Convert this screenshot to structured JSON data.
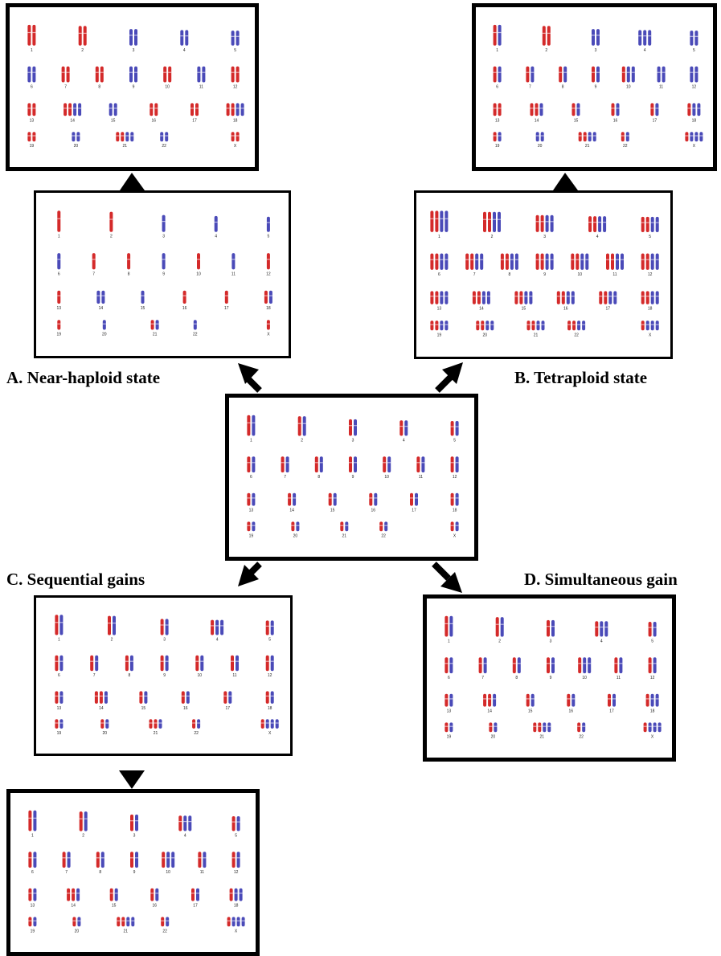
{
  "captions": {
    "a": "A. Near-haploid state",
    "b": "B. Tetraploid state",
    "c": "C. Sequential gains",
    "d": "D. Simultaneous gain"
  },
  "colors": {
    "red": "#d42a2a",
    "blue": "#4a4ab8",
    "border": "#000000"
  },
  "labels": [
    "1",
    "2",
    "3",
    "4",
    "5",
    "6",
    "7",
    "8",
    "9",
    "10",
    "11",
    "12",
    "13",
    "14",
    "15",
    "16",
    "17",
    "18",
    "19",
    "20",
    "21",
    "22",
    "X"
  ],
  "karyotypes": {
    "top_a": [
      [
        "r",
        "r"
      ],
      [
        "r",
        "r"
      ],
      [
        "b",
        "b"
      ],
      [
        "b",
        "b"
      ],
      [
        "b",
        "b"
      ],
      [
        "b",
        "b"
      ],
      [
        "r",
        "r"
      ],
      [
        "r",
        "r"
      ],
      [
        "b",
        "b"
      ],
      [
        "r",
        "r"
      ],
      [
        "b",
        "b"
      ],
      [
        "r",
        "r"
      ],
      [
        "r",
        "r"
      ],
      [
        "r",
        "r",
        "b",
        "b"
      ],
      [
        "b",
        "b"
      ],
      [
        "r",
        "r"
      ],
      [
        "r",
        "r"
      ],
      [
        "r",
        "r",
        "b",
        "b"
      ],
      [
        "r",
        "r"
      ],
      [
        "b",
        "b"
      ],
      [
        "r",
        "r",
        "b",
        "b"
      ],
      [
        "b",
        "b"
      ],
      [
        "r",
        "r"
      ]
    ],
    "near_haploid": [
      [
        "r"
      ],
      [
        "r"
      ],
      [
        "b"
      ],
      [
        "b"
      ],
      [
        "b"
      ],
      [
        "b"
      ],
      [
        "r"
      ],
      [
        "r"
      ],
      [
        "b"
      ],
      [
        "r"
      ],
      [
        "b"
      ],
      [
        "r"
      ],
      [
        "r"
      ],
      [
        "b",
        "b"
      ],
      [
        "b"
      ],
      [
        "r"
      ],
      [
        "r"
      ],
      [
        "r",
        "b"
      ],
      [
        "r"
      ],
      [
        "b"
      ],
      [
        "r",
        "b"
      ],
      [
        "b"
      ],
      [
        "r"
      ]
    ],
    "top_b": [
      [
        "r",
        "b"
      ],
      [
        "r",
        "r"
      ],
      [
        "b",
        "b"
      ],
      [
        "b",
        "b",
        "b"
      ],
      [
        "b",
        "b"
      ],
      [
        "r",
        "b"
      ],
      [
        "r",
        "b"
      ],
      [
        "r",
        "b"
      ],
      [
        "r",
        "b"
      ],
      [
        "r",
        "b",
        "b"
      ],
      [
        "b",
        "b"
      ],
      [
        "b",
        "b"
      ],
      [
        "r",
        "r"
      ],
      [
        "r",
        "r",
        "b"
      ],
      [
        "r",
        "b"
      ],
      [
        "r",
        "b"
      ],
      [
        "r",
        "b"
      ],
      [
        "r",
        "b",
        "b"
      ],
      [
        "r",
        "b"
      ],
      [
        "b",
        "b"
      ],
      [
        "r",
        "r",
        "b",
        "b"
      ],
      [
        "r",
        "b"
      ],
      [
        "r",
        "b",
        "b",
        "b"
      ]
    ],
    "tetraploid": [
      [
        "r",
        "r",
        "b",
        "b"
      ],
      [
        "r",
        "r",
        "b",
        "b"
      ],
      [
        "r",
        "r",
        "b",
        "b"
      ],
      [
        "r",
        "r",
        "b",
        "b"
      ],
      [
        "r",
        "r",
        "b",
        "b"
      ],
      [
        "r",
        "r",
        "b",
        "b"
      ],
      [
        "r",
        "r",
        "b",
        "b"
      ],
      [
        "r",
        "r",
        "b",
        "b"
      ],
      [
        "r",
        "r",
        "b",
        "b"
      ],
      [
        "r",
        "r",
        "b",
        "b"
      ],
      [
        "r",
        "r",
        "b",
        "b"
      ],
      [
        "r",
        "r",
        "b",
        "b"
      ],
      [
        "r",
        "r",
        "b",
        "b"
      ],
      [
        "r",
        "r",
        "b",
        "b"
      ],
      [
        "r",
        "r",
        "b",
        "b"
      ],
      [
        "r",
        "r",
        "b",
        "b"
      ],
      [
        "r",
        "r",
        "b",
        "b"
      ],
      [
        "r",
        "r",
        "b",
        "b"
      ],
      [
        "r",
        "r",
        "b",
        "b"
      ],
      [
        "r",
        "r",
        "b",
        "b"
      ],
      [
        "r",
        "r",
        "b",
        "b"
      ],
      [
        "r",
        "r",
        "b",
        "b"
      ],
      [
        "r",
        "b",
        "b",
        "b"
      ]
    ],
    "center": [
      [
        "r",
        "b"
      ],
      [
        "r",
        "b"
      ],
      [
        "r",
        "b"
      ],
      [
        "r",
        "b"
      ],
      [
        "r",
        "b"
      ],
      [
        "r",
        "b"
      ],
      [
        "r",
        "b"
      ],
      [
        "r",
        "b"
      ],
      [
        "r",
        "b"
      ],
      [
        "r",
        "b"
      ],
      [
        "r",
        "b"
      ],
      [
        "r",
        "b"
      ],
      [
        "r",
        "b"
      ],
      [
        "r",
        "b"
      ],
      [
        "r",
        "b"
      ],
      [
        "r",
        "b"
      ],
      [
        "r",
        "b"
      ],
      [
        "r",
        "b"
      ],
      [
        "r",
        "b"
      ],
      [
        "r",
        "b"
      ],
      [
        "r",
        "b"
      ],
      [
        "r",
        "b"
      ],
      [
        "r",
        "b"
      ]
    ],
    "sequential": [
      [
        "r",
        "b"
      ],
      [
        "r",
        "b"
      ],
      [
        "r",
        "b"
      ],
      [
        "r",
        "b",
        "b"
      ],
      [
        "r",
        "b"
      ],
      [
        "r",
        "b"
      ],
      [
        "r",
        "b"
      ],
      [
        "r",
        "b"
      ],
      [
        "r",
        "b"
      ],
      [
        "r",
        "b"
      ],
      [
        "r",
        "b"
      ],
      [
        "r",
        "b"
      ],
      [
        "r",
        "b"
      ],
      [
        "r",
        "r",
        "b"
      ],
      [
        "r",
        "b"
      ],
      [
        "r",
        "b"
      ],
      [
        "r",
        "b"
      ],
      [
        "r",
        "b"
      ],
      [
        "r",
        "b"
      ],
      [
        "r",
        "b"
      ],
      [
        "r",
        "r",
        "b"
      ],
      [
        "r",
        "b"
      ],
      [
        "r",
        "b",
        "b",
        "b"
      ]
    ],
    "simultaneous": [
      [
        "r",
        "b"
      ],
      [
        "r",
        "b"
      ],
      [
        "r",
        "b"
      ],
      [
        "r",
        "b",
        "b"
      ],
      [
        "r",
        "b"
      ],
      [
        "r",
        "b"
      ],
      [
        "r",
        "b"
      ],
      [
        "r",
        "b"
      ],
      [
        "r",
        "b"
      ],
      [
        "r",
        "b",
        "b"
      ],
      [
        "r",
        "b"
      ],
      [
        "r",
        "b"
      ],
      [
        "r",
        "b"
      ],
      [
        "r",
        "r",
        "b"
      ],
      [
        "r",
        "b"
      ],
      [
        "r",
        "b"
      ],
      [
        "r",
        "b"
      ],
      [
        "r",
        "b",
        "b"
      ],
      [
        "r",
        "b"
      ],
      [
        "r",
        "b"
      ],
      [
        "r",
        "r",
        "b",
        "b"
      ],
      [
        "r",
        "b"
      ],
      [
        "r",
        "b",
        "b",
        "b"
      ]
    ],
    "bottom_c": [
      [
        "r",
        "b"
      ],
      [
        "r",
        "b"
      ],
      [
        "r",
        "b"
      ],
      [
        "r",
        "b",
        "b"
      ],
      [
        "r",
        "b"
      ],
      [
        "r",
        "b"
      ],
      [
        "r",
        "b"
      ],
      [
        "r",
        "b"
      ],
      [
        "r",
        "b"
      ],
      [
        "r",
        "b",
        "b"
      ],
      [
        "r",
        "b"
      ],
      [
        "r",
        "b"
      ],
      [
        "r",
        "b"
      ],
      [
        "r",
        "r",
        "b"
      ],
      [
        "r",
        "b"
      ],
      [
        "r",
        "b"
      ],
      [
        "r",
        "b"
      ],
      [
        "r",
        "b",
        "b"
      ],
      [
        "r",
        "b"
      ],
      [
        "r",
        "b"
      ],
      [
        "r",
        "r",
        "b",
        "b"
      ],
      [
        "r",
        "b"
      ],
      [
        "r",
        "b",
        "b",
        "b"
      ]
    ]
  }
}
